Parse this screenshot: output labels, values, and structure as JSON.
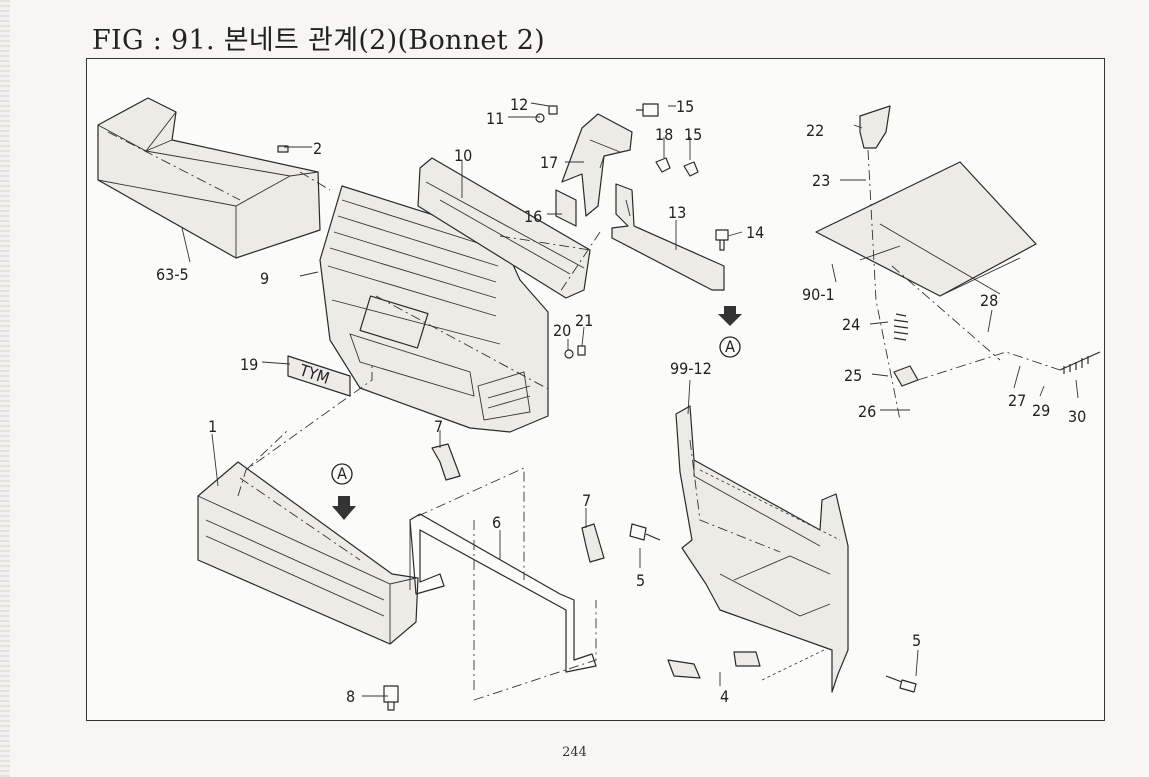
{
  "title": "FIG : 91. 본네트 관계(2)(Bonnet 2)",
  "page_number": "244",
  "badge_tyme": "TYM",
  "view_marker_a": "A",
  "callouts": {
    "c1": "1",
    "c2": "2",
    "c4": "4",
    "c5a": "5",
    "c5b": "5",
    "c6": "6",
    "c7a": "7",
    "c7b": "7",
    "c8": "8",
    "c9": "9",
    "c10": "10",
    "c11": "11",
    "c12": "12",
    "c13": "13",
    "c14": "14",
    "c15a": "15",
    "c15b": "15",
    "c16": "16",
    "c17": "17",
    "c18": "18",
    "c19": "19",
    "c20": "20",
    "c21": "21",
    "c22": "22",
    "c23": "23",
    "c24": "24",
    "c25": "25",
    "c26": "26",
    "c27": "27",
    "c28": "28",
    "c29": "29",
    "c30": "30",
    "c63_5": "63-5",
    "c90_1": "90-1",
    "c99_12": "99-12"
  }
}
